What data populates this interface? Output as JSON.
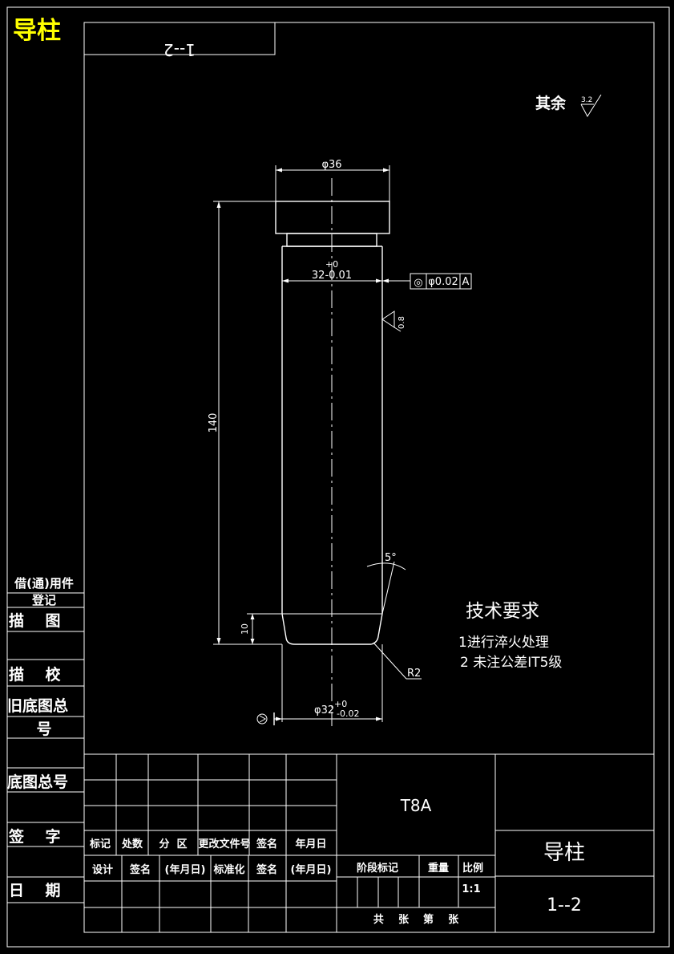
{
  "drawing_name": "导柱",
  "drawing_number": "1--2",
  "drawing_number_rotated": "1--2",
  "roughness_rest_label": "其余",
  "roughness_rest_value": "3.2",
  "roughness_surface_value": "0.8",
  "dimensions": {
    "head_diameter": "φ36",
    "body_upper": "32-0.01",
    "body_upper_tol": "+0",
    "length": "140",
    "chamfer_height": "10",
    "taper_angle": "5°",
    "radius": "R2",
    "body_lower": "φ32",
    "body_lower_tol_upper": "+0",
    "body_lower_tol_lower": "-0.02"
  },
  "tolerance_frame": {
    "symbol": "◎",
    "value": "φ0.02",
    "datum": "A"
  },
  "tech_requirements": {
    "title": "技术要求",
    "items": [
      "1进行淬火处理",
      "2  未注公差IT5级"
    ]
  },
  "left_panel": {
    "borrow_label": "借(通)用件",
    "register_label": "登记",
    "draw_label": "描    图",
    "check_label": "描    校",
    "old_total_label": "旧底图总",
    "number_label": "号",
    "base_total_label": "底图总号",
    "sign_label": "签    字",
    "date_label": "日    期"
  },
  "title_block": {
    "material": "T8A",
    "row1": [
      "标记",
      "处数",
      "分  区",
      "更改文件号",
      "签名",
      "年月日"
    ],
    "row2": [
      "设计",
      "签名",
      "(年月日)",
      "标准化",
      "签名",
      "(年月日)"
    ],
    "stage_label": "阶段标记",
    "weight_label": "重量",
    "scale_label": "比例",
    "scale_value": "1:1",
    "sheets_label": "共    张    第    张",
    "name": "导柱",
    "number": "1--2"
  },
  "colors": {
    "background": "#000000",
    "lines": "#ffffff",
    "title_accent": "#ffff00"
  }
}
